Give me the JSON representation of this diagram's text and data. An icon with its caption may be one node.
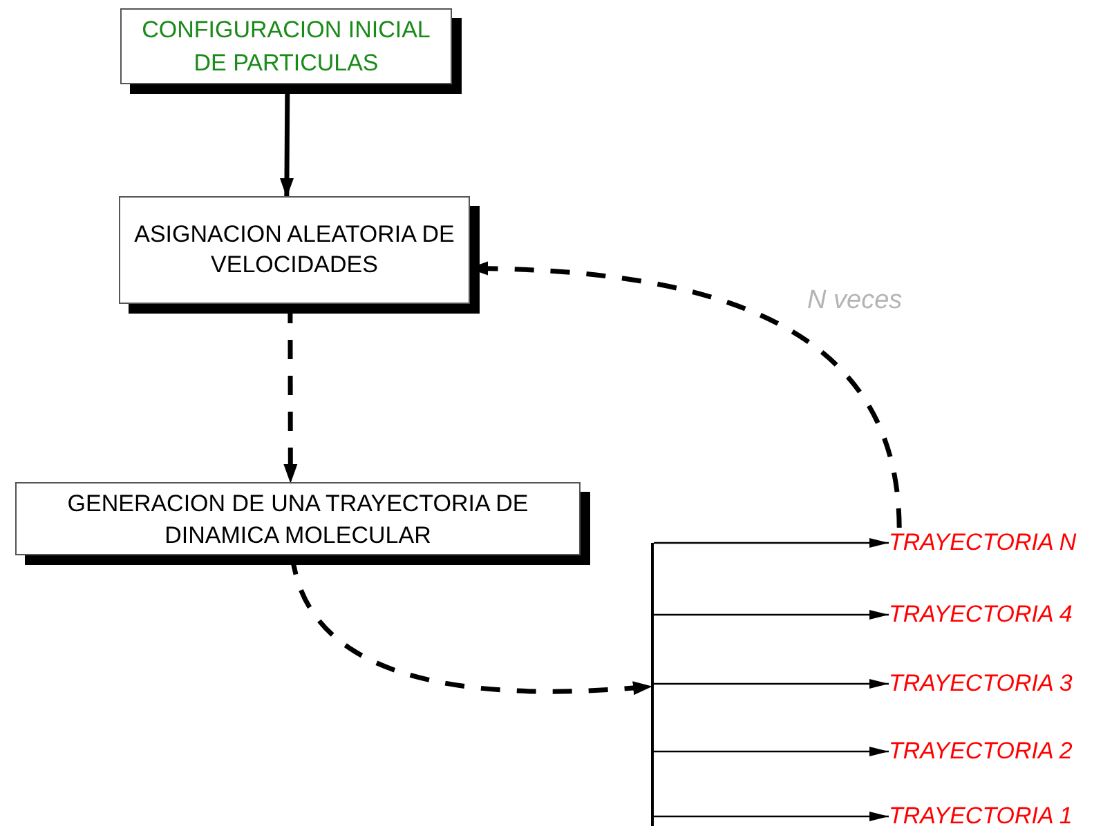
{
  "diagram": {
    "nodes": [
      {
        "text": [
          "CONFIGURACION INICIAL DE PARTICULAS"
        ]
      },
      {
        "text": [
          "ASIGNACION ALEATORIA DE VELOCIDADES"
        ]
      },
      {
        "text": [
          "GENERACION DE UNA TRAYECTORIA DE DINAMICA MOLECULAR"
        ]
      },
      {
        "text": [],
        "shape": "bar"
      },
      {
        "text": [
          "TRAYECTORIA N"
        ]
      },
      {
        "text": [
          "TRAYECTORIA 4"
        ]
      },
      {
        "text": [
          "TRAYECTORIA 3"
        ]
      },
      {
        "text": [
          "TRAYECTORIA 2"
        ]
      },
      {
        "text": [
          "TRAYECTORIA 1"
        ]
      }
    ],
    "edges": [
      {
        "from": 0,
        "to": 1,
        "arrow": "to",
        "style": "thick"
      },
      {
        "from": 1,
        "to": 2,
        "arrow": "to",
        "style": "dashed"
      },
      {
        "from": 2,
        "to": 3,
        "arrow": "to",
        "style": "dashed"
      },
      {
        "from": 3,
        "to": 4,
        "arrow": "to"
      },
      {
        "from": 3,
        "to": 5,
        "arrow": "to"
      },
      {
        "from": 3,
        "to": 6,
        "arrow": "to"
      },
      {
        "from": 3,
        "to": 7,
        "arrow": "to"
      },
      {
        "from": 3,
        "to": 8,
        "arrow": "to"
      },
      {
        "from": 4,
        "to": 1,
        "arrow": "to",
        "style": "dashed",
        "label": "N veces"
      }
    ]
  }
}
